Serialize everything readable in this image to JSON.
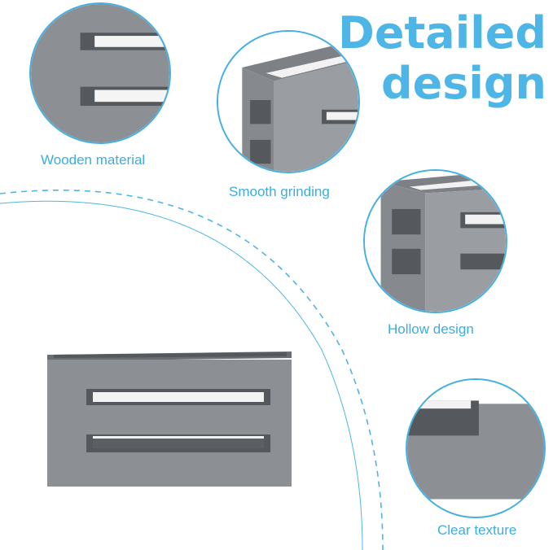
{
  "headline": {
    "line1": "Detailed",
    "line2": "design"
  },
  "features": [
    {
      "label": "Wooden material"
    },
    {
      "label": "Smooth grinding"
    },
    {
      "label": "Hollow design"
    },
    {
      "label": "Clear texture"
    }
  ],
  "colors": {
    "accent": "#4db6e6",
    "product_gray": "#8c9095",
    "product_dark": "#5c6066"
  }
}
